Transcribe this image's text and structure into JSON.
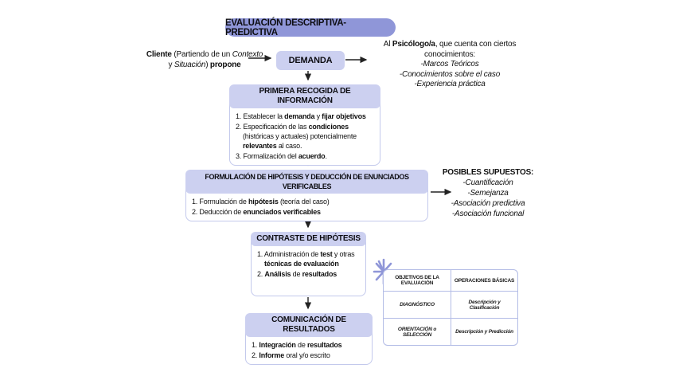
{
  "title": "EVALUACIÓN DESCRIPTIVA-PREDICTIVA",
  "demanda_label": "DEMANDA",
  "client_note": {
    "line1": [
      {
        "t": "Cliente ",
        "b": true
      },
      {
        "t": "(Partiendo de un "
      },
      {
        "t": "Contexto",
        "i": true
      }
    ],
    "line2": [
      {
        "t": "y "
      },
      {
        "t": "Situación",
        "i": true
      },
      {
        "t": ") "
      },
      {
        "t": "propone",
        "b": true
      }
    ]
  },
  "psychologist_note": {
    "intro": [
      {
        "t": "Al "
      },
      {
        "t": "Psicólogo/a",
        "b": true
      },
      {
        "t": ", que cuenta con ciertos conocimientos:"
      }
    ],
    "items": [
      "-Marcos Teóricos",
      "-Conocimientos sobre el caso",
      "-Experiencia práctica"
    ]
  },
  "boxes": {
    "primera": {
      "header": "PRIMERA RECOGIDA DE INFORMACIÓN",
      "items": [
        [
          {
            "t": "1. Establecer la "
          },
          {
            "t": "demanda",
            "b": true
          },
          {
            "t": " y "
          },
          {
            "t": "fijar objetivos",
            "b": true
          }
        ],
        [
          {
            "t": "2. Especificación de las "
          },
          {
            "t": "condiciones",
            "b": true
          },
          {
            "t": " (históricas y actuales) potencialmente "
          },
          {
            "t": "relevantes",
            "b": true
          },
          {
            "t": " al caso."
          }
        ],
        [
          {
            "t": "3. Formalización del "
          },
          {
            "t": "acuerdo",
            "b": true
          },
          {
            "t": "."
          }
        ]
      ]
    },
    "formulacion": {
      "header": "FORMULACIÓN DE HIPÓTESIS Y DEDUCCIÓN DE ENUNCIADOS VERIFICABLES",
      "items": [
        [
          {
            "t": "1. Formulación de "
          },
          {
            "t": "hipótesis",
            "b": true
          },
          {
            "t": " (teoría del caso)"
          }
        ],
        [
          {
            "t": "2. Deducción de "
          },
          {
            "t": "enunciados verificables",
            "b": true
          }
        ]
      ]
    },
    "contraste": {
      "header": "CONTRASTE DE HIPÓTESIS",
      "items": [
        [
          {
            "t": "1. Administración de "
          },
          {
            "t": "test",
            "b": true
          },
          {
            "t": " y otras "
          },
          {
            "t": "técnicas de evaluación",
            "b": true
          }
        ],
        [
          {
            "t": "2. "
          },
          {
            "t": "Análisis",
            "b": true
          },
          {
            "t": " de "
          },
          {
            "t": "resultados",
            "b": true
          }
        ]
      ]
    },
    "comunicacion": {
      "header": "COMUNICACIÓN DE RESULTADOS",
      "items": [
        [
          {
            "t": "1. "
          },
          {
            "t": "Integración",
            "b": true
          },
          {
            "t": " de "
          },
          {
            "t": "resultados",
            "b": true
          }
        ],
        [
          {
            "t": "2. "
          },
          {
            "t": "Informe",
            "b": true
          },
          {
            "t": " oral y/o escrito"
          }
        ]
      ]
    }
  },
  "supuestos": {
    "heading": "POSIBLES SUPUESTOS:",
    "items": [
      "-Cuantificación",
      "-Semejanza",
      "-Asociación predictiva",
      "-Asociación funcional"
    ]
  },
  "table": {
    "headers": [
      "OBJETIVOS DE LA EVALUACIÓN",
      "OPERACIONES BÁSICAS"
    ],
    "rows": [
      [
        "DIAGNÓSTICO",
        "Descripción y Clasificación"
      ],
      [
        "ORIENTACIÓN o SELECCIÓN",
        "Descripción y Predicción"
      ]
    ]
  },
  "icons": {
    "sparkle": "✳"
  },
  "colors": {
    "accent": "#8f96d8",
    "header_bg": "#ccd0f0",
    "box_border": "#c3c9ec",
    "table_border": "#b3bce6",
    "arrow": "#222222",
    "text": "#111111"
  }
}
